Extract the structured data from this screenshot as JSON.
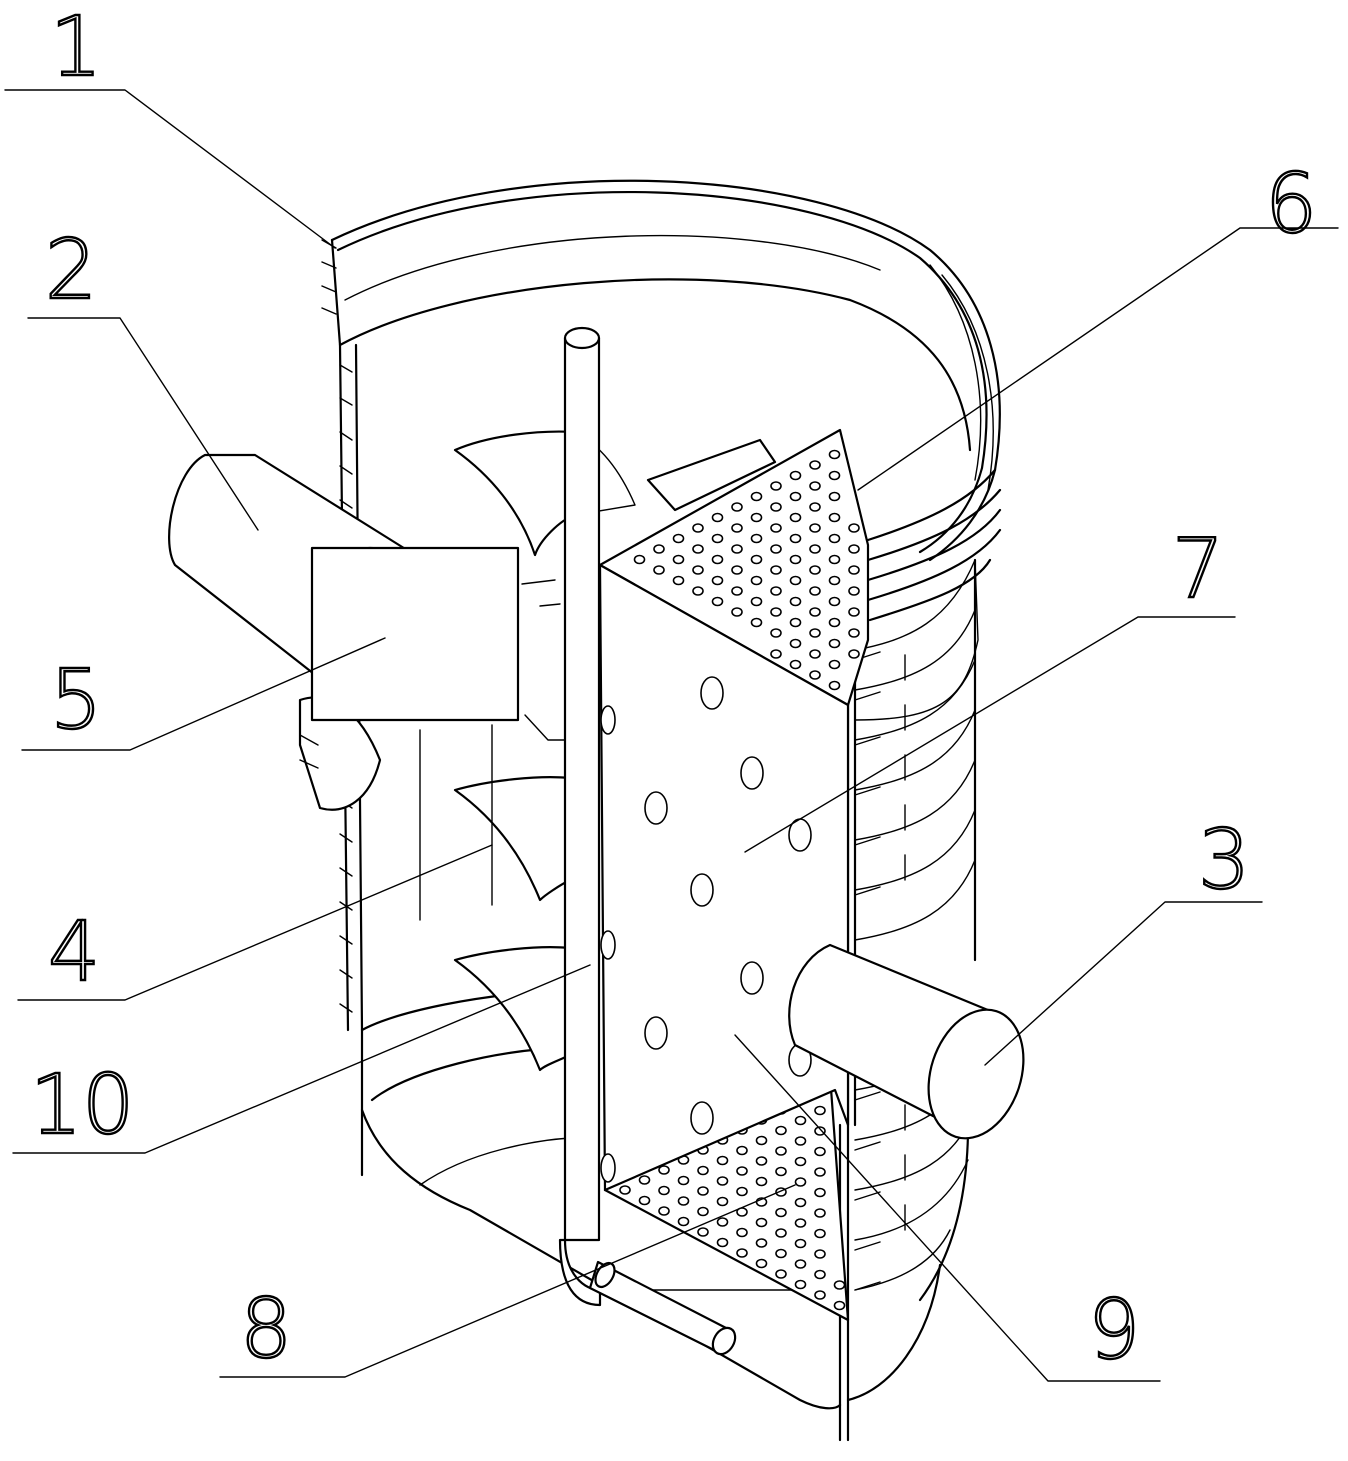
{
  "labels": [
    "1",
    "2",
    "3",
    "4",
    "5",
    "6",
    "7",
    "8",
    "9",
    "10"
  ],
  "colors": {
    "line": "#000000",
    "background": "#ffffff"
  }
}
